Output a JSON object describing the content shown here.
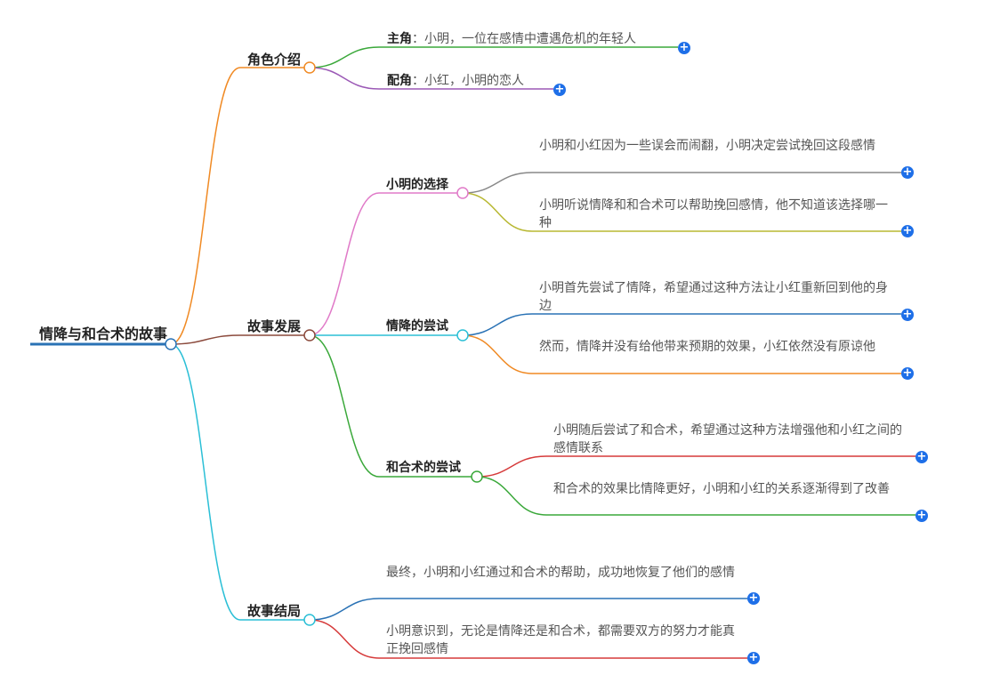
{
  "root": {
    "label": "情降与和合术的故事"
  },
  "branches": [
    {
      "label": "角色介绍",
      "color": "#f08a24",
      "leaves": [
        {
          "key": "主角",
          "sep": "：",
          "text": "小明，一位在感情中遭遇危机的年轻人",
          "color": "#3aa83a"
        },
        {
          "key": "配角",
          "sep": "：",
          "text": "小红，小明的恋人",
          "color": "#9b59b6"
        }
      ]
    },
    {
      "label": "故事发展",
      "color": "#8b4a3c",
      "children": [
        {
          "label": "小明的选择",
          "color": "#e07ac8",
          "leaves": [
            {
              "text": "小明和小红因为一些误会而闹翻，小明决定尝试挽回这段感情",
              "color": "#888888"
            },
            {
              "text": "小明听说情降和和合术可以帮助挽回感情，他不知道该选择哪一种",
              "color": "#b8b832"
            }
          ]
        },
        {
          "label": "情降的尝试",
          "color": "#2bbfd6",
          "leaves": [
            {
              "text": "小明首先尝试了情降，希望通过这种方法让小红重新回到他的身边",
              "color": "#2a72b5"
            },
            {
              "text": "然而，情降并没有给他带来预期的效果，小红依然没有原谅他",
              "color": "#f08a24"
            }
          ]
        },
        {
          "label": "和合术的尝试",
          "color": "#3aa83a",
          "leaves": [
            {
              "text": "小明随后尝试了和合术，希望通过这种方法增强他和小红之间的感情联系",
              "color": "#d63a3a"
            },
            {
              "text": "和合术的效果比情降更好，小明和小红的关系逐渐得到了改善",
              "color": "#3aa83a"
            }
          ]
        }
      ]
    },
    {
      "label": "故事结局",
      "color": "#2bbfd6",
      "leaves": [
        {
          "text": "最终，小明和小红通过和合术的帮助，成功地恢复了他们的感情",
          "color": "#2a72b5"
        },
        {
          "text": "小明意识到，无论是情降还是和合术，都需要双方的努力才能真正挽回感情",
          "color": "#d63a3a"
        }
      ]
    }
  ],
  "colors": {
    "root_line": "#2a72b5",
    "plus": "#1e6fe8"
  }
}
